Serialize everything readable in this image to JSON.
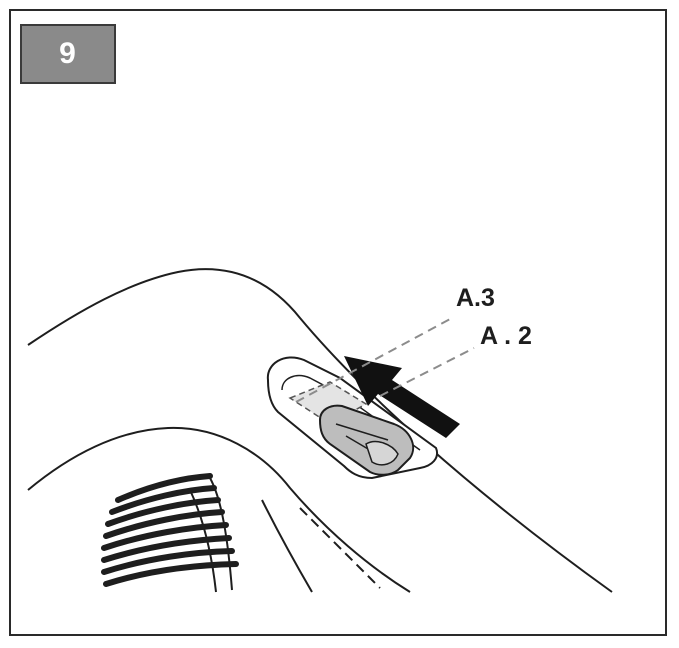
{
  "step": {
    "number": "9"
  },
  "callouts": [
    {
      "id": "A.3",
      "label": "A.3"
    },
    {
      "id": "A.2",
      "label": "A . 2"
    }
  ],
  "colors": {
    "frame": "#2a2a2a",
    "badge_fill": "#8a8a8a",
    "badge_text": "#ffffff",
    "line_art": "#1e1e1e",
    "leader_dash": "#8c8c8c",
    "slider_fill": "#bdbdbd",
    "arrow": "#111111"
  },
  "icons": {
    "direction": "arrow-up-left-icon"
  }
}
